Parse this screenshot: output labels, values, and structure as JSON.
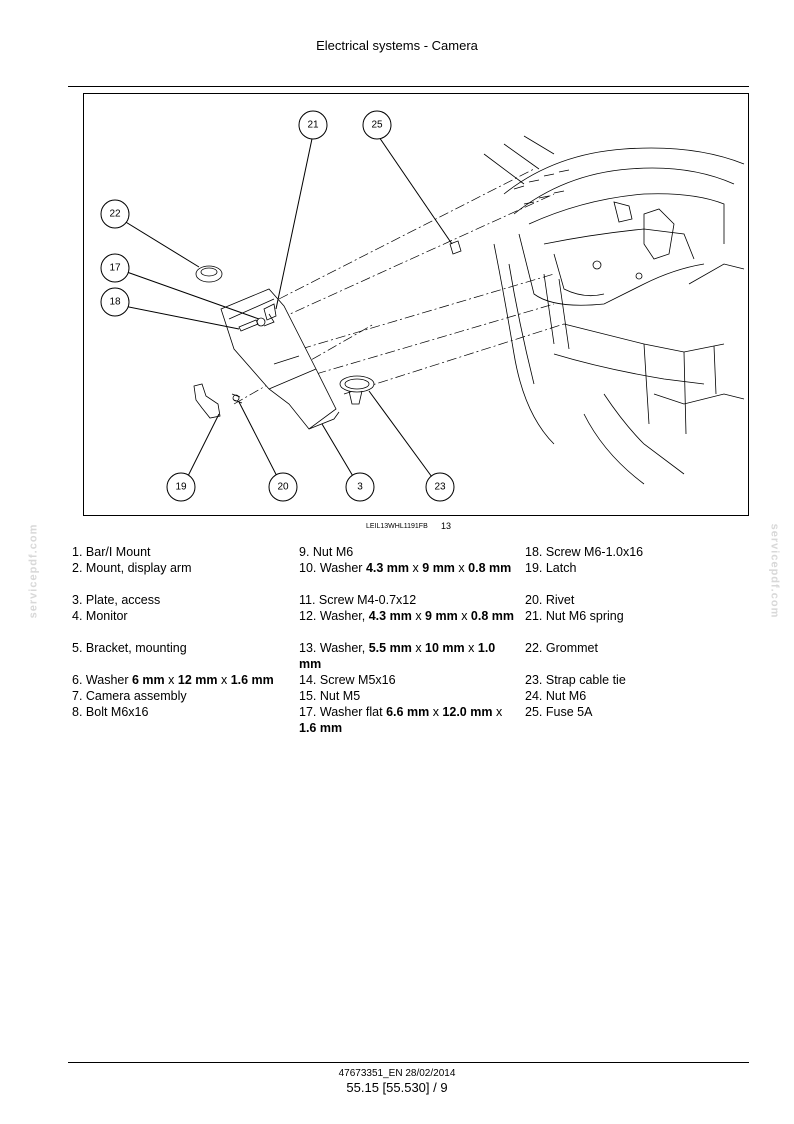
{
  "header": {
    "title": "Electrical systems - Camera"
  },
  "figure": {
    "caption_code": "LEIL13WHL1191FB",
    "figure_number": "13",
    "callouts": [
      "21",
      "25",
      "22",
      "17",
      "18",
      "19",
      "20",
      "3",
      "23"
    ]
  },
  "watermark": {
    "text": "servicepdf.com"
  },
  "parts": {
    "col1": [
      {
        "n": "1.",
        "t": "Bar/I Mount"
      },
      {
        "n": "2.",
        "t": "Mount, display arm"
      },
      {
        "n": "3.",
        "t": "Plate, access"
      },
      {
        "n": "4.",
        "t": "Monitor"
      },
      {
        "n": "5.",
        "t": "Bracket, mounting"
      },
      {
        "n": "6.",
        "t": "Washer",
        "a": "6 mm",
        "b": "12 mm",
        "c": "1.6 mm"
      },
      {
        "n": "7.",
        "t": "Camera assembly"
      },
      {
        "n": "8.",
        "t": "Bolt M6x16"
      }
    ],
    "col2": [
      {
        "n": "9.",
        "t": "Nut M6"
      },
      {
        "n": "10.",
        "t": "Washer",
        "a": "4.3 mm",
        "b": "9 mm",
        "c": "0.8 mm"
      },
      {
        "n": "11.",
        "t": "Screw M4-0.7x12"
      },
      {
        "n": "12.",
        "t": "Washer,",
        "a": "4.3 mm",
        "b": "9 mm",
        "c": "0.8 mm"
      },
      {
        "n": "13.",
        "t": "Washer,",
        "a": "5.5 mm",
        "b": "10 mm",
        "c": "1.0 mm"
      },
      {
        "n": "14.",
        "t": "Screw M5x16"
      },
      {
        "n": "15.",
        "t": "Nut M5"
      },
      {
        "n": "17.",
        "t": "Washer flat",
        "a": "6.6 mm",
        "b": "12.0 mm",
        "c": "1.6 mm"
      }
    ],
    "col3": [
      {
        "n": "18.",
        "t": "Screw M6-1.0x16"
      },
      {
        "n": "19.",
        "t": "Latch"
      },
      {
        "n": "20.",
        "t": "Rivet"
      },
      {
        "n": "21.",
        "t": "Nut M6 spring"
      },
      {
        "n": "22.",
        "t": "Grommet"
      },
      {
        "n": "23.",
        "t": "Strap cable tie"
      },
      {
        "n": "24.",
        "t": "Nut M6"
      },
      {
        "n": "25.",
        "t": "Fuse 5A"
      }
    ],
    "separator": "x"
  },
  "footer": {
    "doc_ref": "47673351_EN 28/02/2014",
    "page": "55.15 [55.530] / 9"
  }
}
